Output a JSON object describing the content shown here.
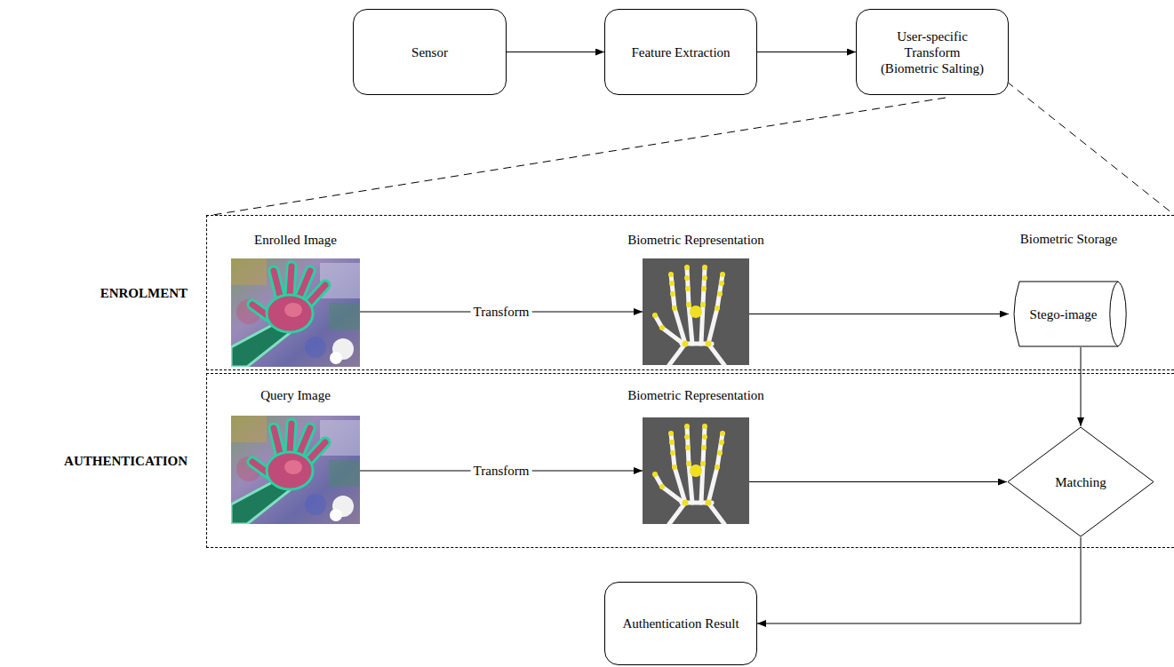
{
  "diagram": {
    "nodes": [
      {
        "text": [
          "Sensor"
        ]
      },
      {
        "text": [
          "Feature Extraction"
        ]
      },
      {
        "text": [
          "User-specific Transform (Biometric Salting)"
        ]
      },
      {
        "text": [
          "ENROLMENT"
        ]
      },
      {
        "text": [
          "Enrolled Image"
        ],
        "in": 3
      },
      {
        "text": [
          "Biometric Representation"
        ],
        "in": 3
      },
      {
        "text": [
          "Biometric Storage",
          "Stego-image"
        ],
        "in": 3
      },
      {
        "text": [
          "AUTHENTICATION"
        ]
      },
      {
        "text": [
          "Query Image"
        ],
        "in": 7
      },
      {
        "text": [
          "Biometric Representation"
        ],
        "in": 7
      },
      {
        "text": [
          "Matching"
        ],
        "in": 7
      },
      {
        "text": [
          "Authentication Result"
        ]
      }
    ],
    "edges": [
      {
        "from": 0,
        "to": 1,
        "arrow": "to"
      },
      {
        "from": 1,
        "to": 2,
        "arrow": "to"
      },
      {
        "from": 4,
        "to": 5,
        "label": "Transform",
        "arrow": "to"
      },
      {
        "from": 5,
        "to": 6,
        "arrow": "to"
      },
      {
        "from": 8,
        "to": 9,
        "label": "Transform",
        "arrow": "to"
      },
      {
        "from": 9,
        "to": 10,
        "arrow": "to"
      },
      {
        "from": 6,
        "to": 10,
        "arrow": "to"
      },
      {
        "from": 10,
        "to": 11,
        "arrow": "to"
      }
    ]
  }
}
